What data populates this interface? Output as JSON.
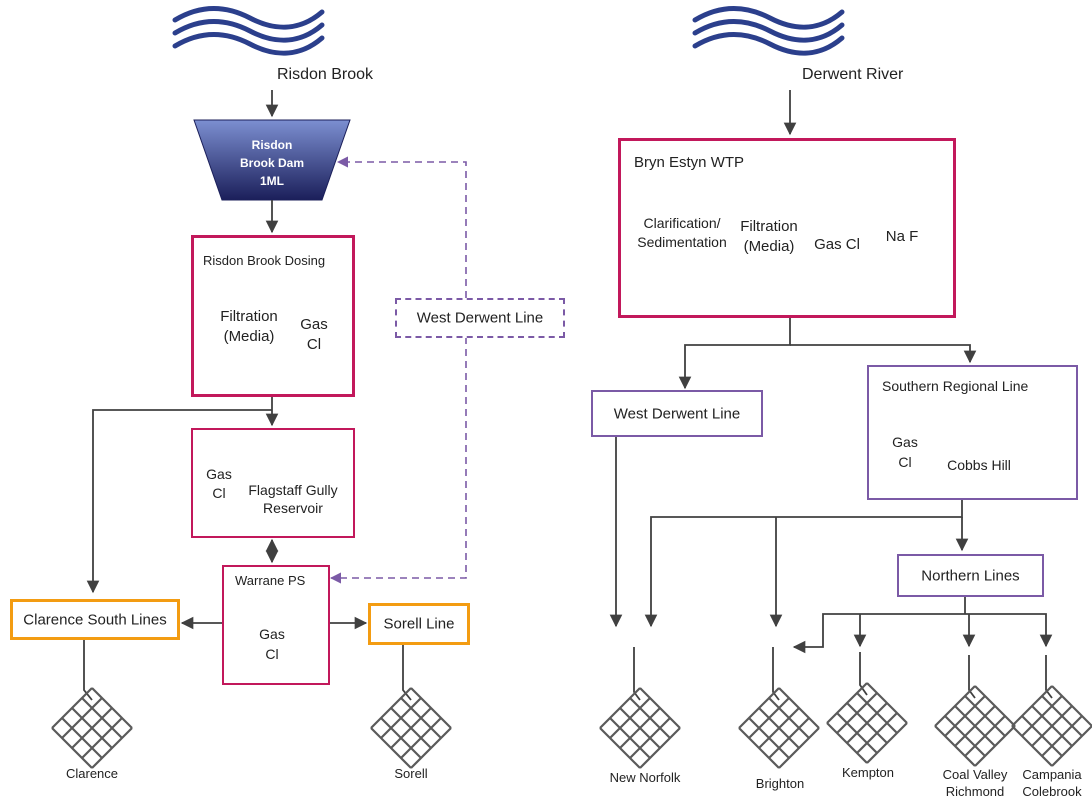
{
  "sources": {
    "risdon": "Risdon Brook",
    "derwent": "Derwent River"
  },
  "left": {
    "dam": {
      "line1": "Risdon",
      "line2": "Brook Dam",
      "line3": "1ML"
    },
    "dosing": {
      "title": "Risdon Brook Dosing",
      "filtration1": "Filtration",
      "filtration2": "(Media)",
      "gas1": "Gas",
      "gas2": "Cl"
    },
    "flagstaff": {
      "gas1": "Gas",
      "gas2": "Cl",
      "res1": "Flagstaff Gully",
      "res2": "Reservoir"
    },
    "west_derwent_line": "West Derwent Line",
    "warrane": {
      "title": "Warrane PS",
      "gas1": "Gas",
      "gas2": "Cl"
    },
    "clarence_south": "Clarence South Lines",
    "sorell_line": "Sorell Line",
    "outlets": {
      "clarence": "Clarence",
      "sorell": "Sorell"
    }
  },
  "right": {
    "bryn_estyn": {
      "title": "Bryn Estyn WTP",
      "clar1": "Clarification/",
      "clar2": "Sedimentation",
      "filt1": "Filtration",
      "filt2": "(Media)",
      "gas": "Gas Cl",
      "naf": "Na F"
    },
    "west_derwent_line": "West Derwent Line",
    "southern": {
      "title": "Southern Regional Line",
      "gas1": "Gas",
      "gas2": "Cl",
      "res": "Cobbs Hill"
    },
    "northern_lines": "Northern Lines",
    "outlets": {
      "new_norfolk": "New Norfolk",
      "brighton": "Brighton",
      "kempton": "Kempton",
      "coal_valley1": "Coal Valley",
      "coal_valley2": "Richmond",
      "campania1": "Campania",
      "campania2": "Colebrook"
    }
  },
  "colors": {
    "magenta": "#c2185b",
    "purple": "#7b5aa6",
    "orange": "#f39c12",
    "wave": "#2b3f8c",
    "teal": "#1ba9b3",
    "gold": "#f2c433",
    "arrow": "#404040"
  }
}
